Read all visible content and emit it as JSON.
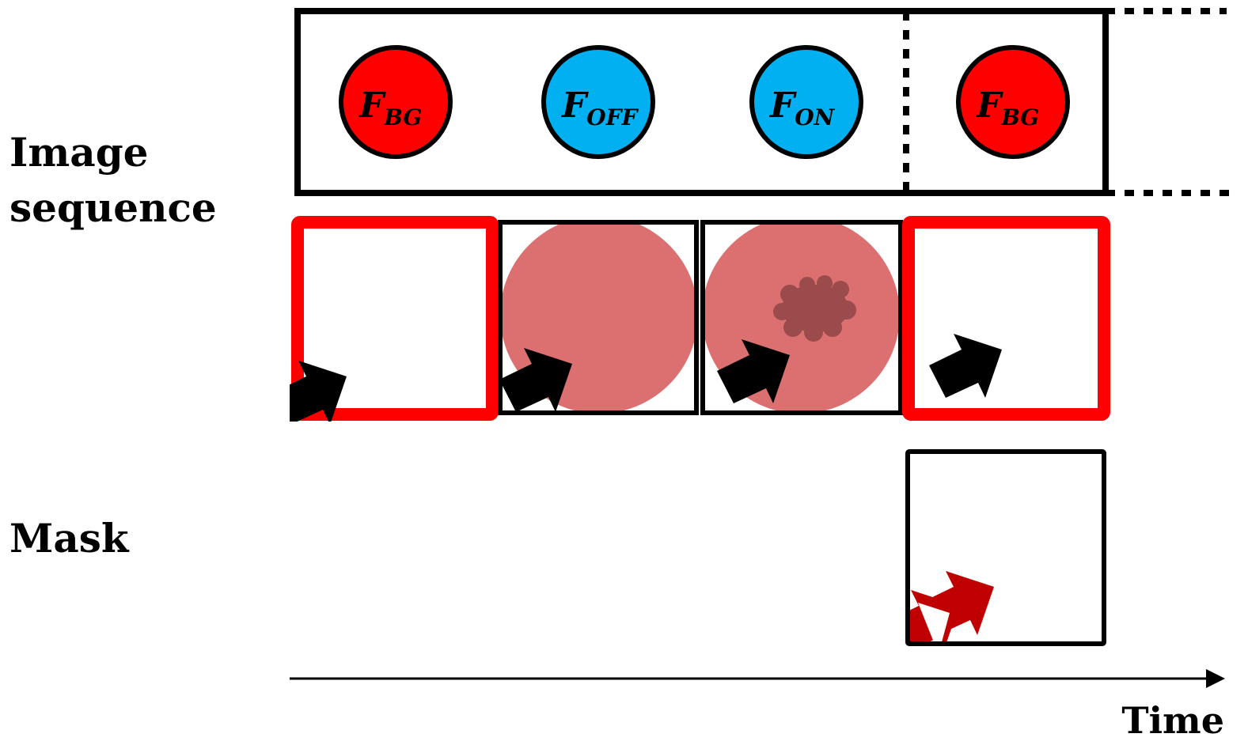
{
  "labels": {
    "image_line1": "Image",
    "image_line2": "sequence",
    "mask": "Mask",
    "time": "Time"
  },
  "sequence": [
    {
      "symbol": "F",
      "subscript": "BG",
      "color": "#ff0000"
    },
    {
      "symbol": "F",
      "subscript": "OFF",
      "color": "#00b0f0"
    },
    {
      "symbol": "F",
      "subscript": "ON",
      "color": "#00b0f0"
    },
    {
      "symbol": "F",
      "subscript": "BG",
      "color": "#ff0000"
    }
  ],
  "colors": {
    "highlight_frame": "#ff0000",
    "field_circle": "#dc7070",
    "lesion": "#9b4b4b",
    "mask_arrow": "#c00000"
  }
}
